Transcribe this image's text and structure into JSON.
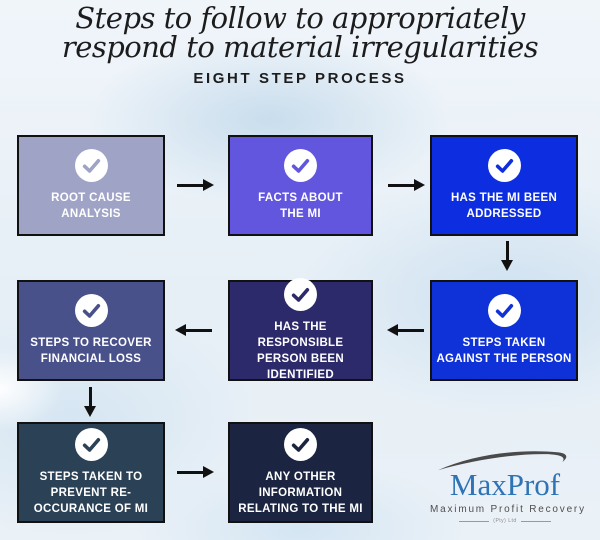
{
  "title": "Steps to follow to appropriately\nrespond to material irregularities",
  "subtitle": "EIGHT STEP PROCESS",
  "steps": [
    {
      "id": 1,
      "label": "ROOT CAUSE\nANALYSIS",
      "color": "#9fa3c6"
    },
    {
      "id": 2,
      "label": "FACTS ABOUT\nTHE MI",
      "color": "#6156dd"
    },
    {
      "id": 3,
      "label": "HAS THE MI BEEN\nADDRESSED",
      "color": "#0d2ee0"
    },
    {
      "id": 4,
      "label": "STEPS TAKEN\nAGAINST THE PERSON",
      "color": "#0f31d8"
    },
    {
      "id": 5,
      "label": "HAS THE RESPONSIBLE\nPERSON BEEN\nIDENTIFIED",
      "color": "#2d2a6b"
    },
    {
      "id": 6,
      "label": "STEPS TO RECOVER\nFINANCIAL LOSS",
      "color": "#49518b"
    },
    {
      "id": 7,
      "label": "STEPS TAKEN TO\nPREVENT RE-\nOCCURANCE OF MI",
      "color": "#2b4156"
    },
    {
      "id": 8,
      "label": "ANY OTHER\nINFORMATION\nRELATING TO THE MI",
      "color": "#1b2541"
    }
  ],
  "logo": {
    "name": "MaxProf",
    "tagline": "Maximum Profit Recovery",
    "subtext": "(Pty) Ltd",
    "brand_color": "#2e73b5"
  },
  "colors": {
    "box_border": "#111111",
    "box_text": "#ffffff",
    "arrow": "#111111",
    "title_text": "#1c1c1c"
  }
}
